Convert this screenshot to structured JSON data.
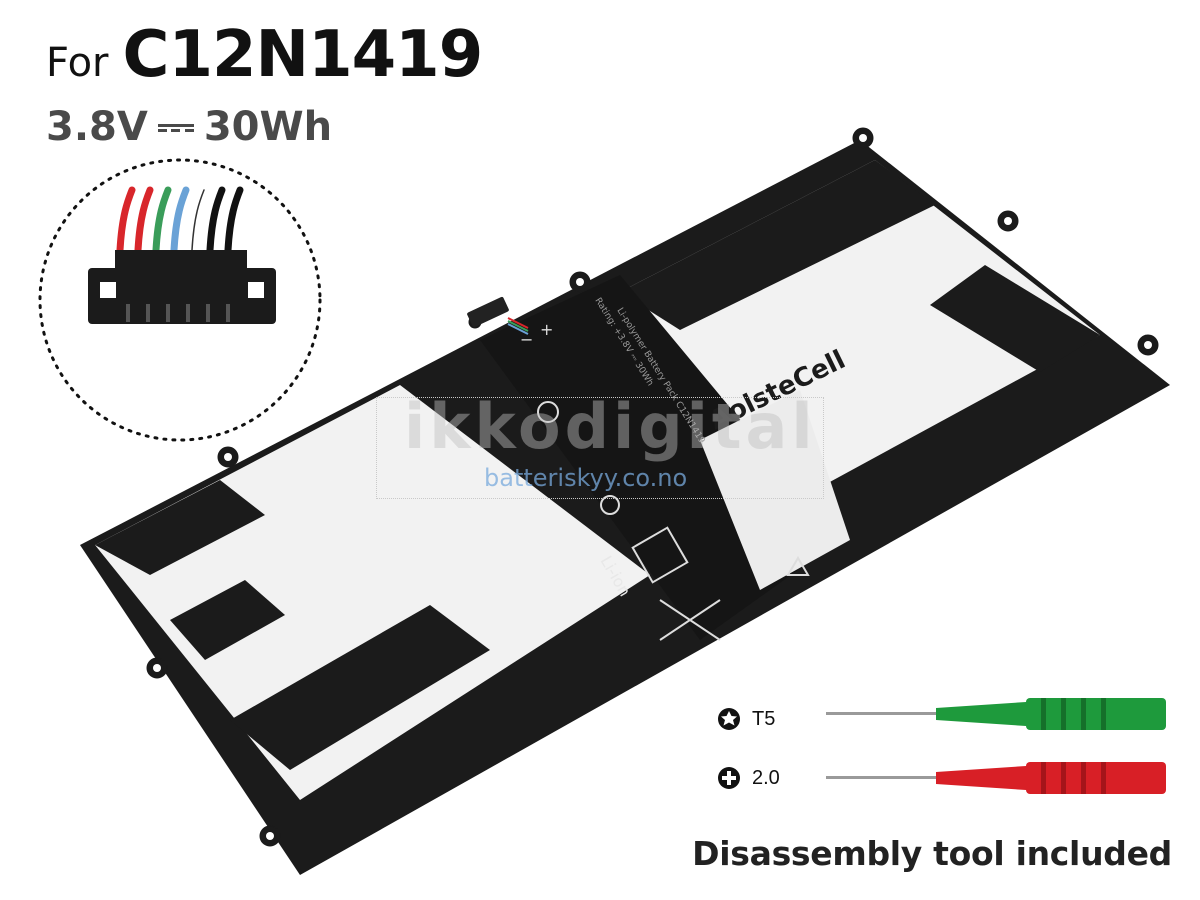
{
  "heading": {
    "prefix": "For",
    "model": "C12N1419"
  },
  "specs": {
    "voltage": "3.8V",
    "capacity": "30Wh"
  },
  "battery": {
    "label_brand": "AolsteCell",
    "label_rating": "Rating: +3.8V ⎓ 30Wh",
    "label_type": "Li-polymer Battery Pack C12N1419",
    "label_liion": "Li-ion",
    "terminal_plus": "+",
    "terminal_minus": "−"
  },
  "watermark": {
    "main": "ikkodigital",
    "url": "batteriskyy.co.no"
  },
  "tools": [
    {
      "icon": "torx-icon",
      "label": "T5",
      "handle_color": "#1e9a3c"
    },
    {
      "icon": "phillips-icon",
      "label": "2.0",
      "handle_color": "#d81f26"
    }
  ],
  "caption": "Disassembly tool included",
  "colors": {
    "battery_body": "#1b1b1b",
    "cell_panel": "#f2f2f2",
    "wire_red": "#d8262b",
    "wire_green": "#3a9d5a",
    "wire_blue": "#6aa2d6",
    "wire_black": "#111111"
  }
}
